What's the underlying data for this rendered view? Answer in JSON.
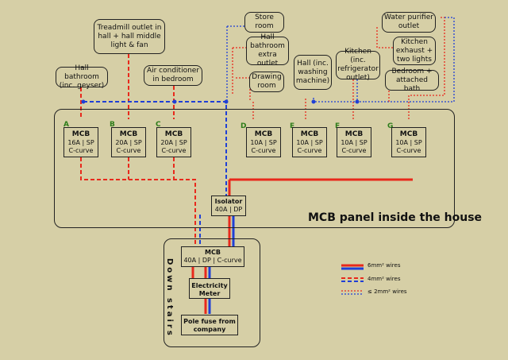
{
  "loads": {
    "hall_bathroom": "Hall bathroom (inc. geyser)",
    "treadmill": "Treadmill outlet in hall + hall middle light & fan",
    "air_conditioner": "Air conditioner in bedroom",
    "store_room": "Store room",
    "hall_bathroom_extra": "Hall bathroom extra outlet",
    "drawing_room": "Drawing room",
    "hall_washing": "Hall (inc. washing machine)",
    "kitchen_refrigerator": "Kitchen (inc. refrigerator outlet)",
    "water_purifier": "Water purifier outlet",
    "kitchen_exhaust": "Kitchen exhaust + two lights",
    "bedroom_bath": "Bedroom + attached bath"
  },
  "mcbs": [
    {
      "letter": "A",
      "title": "MCB",
      "rating": "16A | SP",
      "curve": "C-curve"
    },
    {
      "letter": "B",
      "title": "MCB",
      "rating": "20A | SP",
      "curve": "C-curve"
    },
    {
      "letter": "C",
      "title": "MCB",
      "rating": "20A | SP",
      "curve": "C-curve"
    },
    {
      "letter": "D",
      "title": "MCB",
      "rating": "10A | SP",
      "curve": "C-curve"
    },
    {
      "letter": "E",
      "title": "MCB",
      "rating": "10A | SP",
      "curve": "C-curve"
    },
    {
      "letter": "F",
      "title": "MCB",
      "rating": "10A | SP",
      "curve": "C-curve"
    },
    {
      "letter": "G",
      "title": "MCB",
      "rating": "10A | SP",
      "curve": "C-curve"
    }
  ],
  "isolator": {
    "title": "Isolator",
    "rating": "40A | DP"
  },
  "panel_title": "MCB panel inside the house",
  "downstairs_label": "Down stairs",
  "main_mcb": {
    "title": "MCB",
    "rating": "40A | DP | C-curve"
  },
  "meter": "Electricity Meter",
  "pole_fuse": "Pole fuse from company",
  "legend": {
    "wire_6": "6mm² wires",
    "wire_4": "4mm² wires",
    "wire_2": "≤ 2mm² wires"
  },
  "colors": {
    "live": "#e8291c",
    "neutral": "#1f3fd6",
    "background": "#d6cfa6"
  }
}
